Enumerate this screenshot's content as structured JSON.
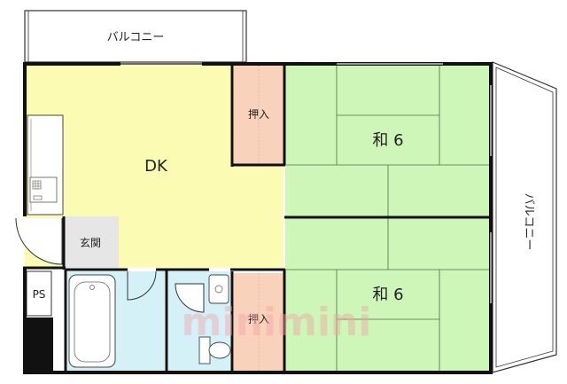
{
  "rooms": {
    "balcony_top": "バルコニー",
    "balcony_right": "バルコニー",
    "dk": "DK",
    "closet_top": "押入",
    "closet_bottom": "押入",
    "washitsu_top": "和 6",
    "washitsu_bottom": "和 6",
    "entrance": "玄関",
    "ps": "PS"
  },
  "watermark": "minimini",
  "colors": {
    "dk": "#fbfbb4",
    "tatami": "#cdf6b8",
    "closet": "#f9d2bc",
    "wet": "#d5f1f8",
    "entrance": "#e6e6e6",
    "wall": "#111111",
    "watermark": "#f2a6a6"
  }
}
